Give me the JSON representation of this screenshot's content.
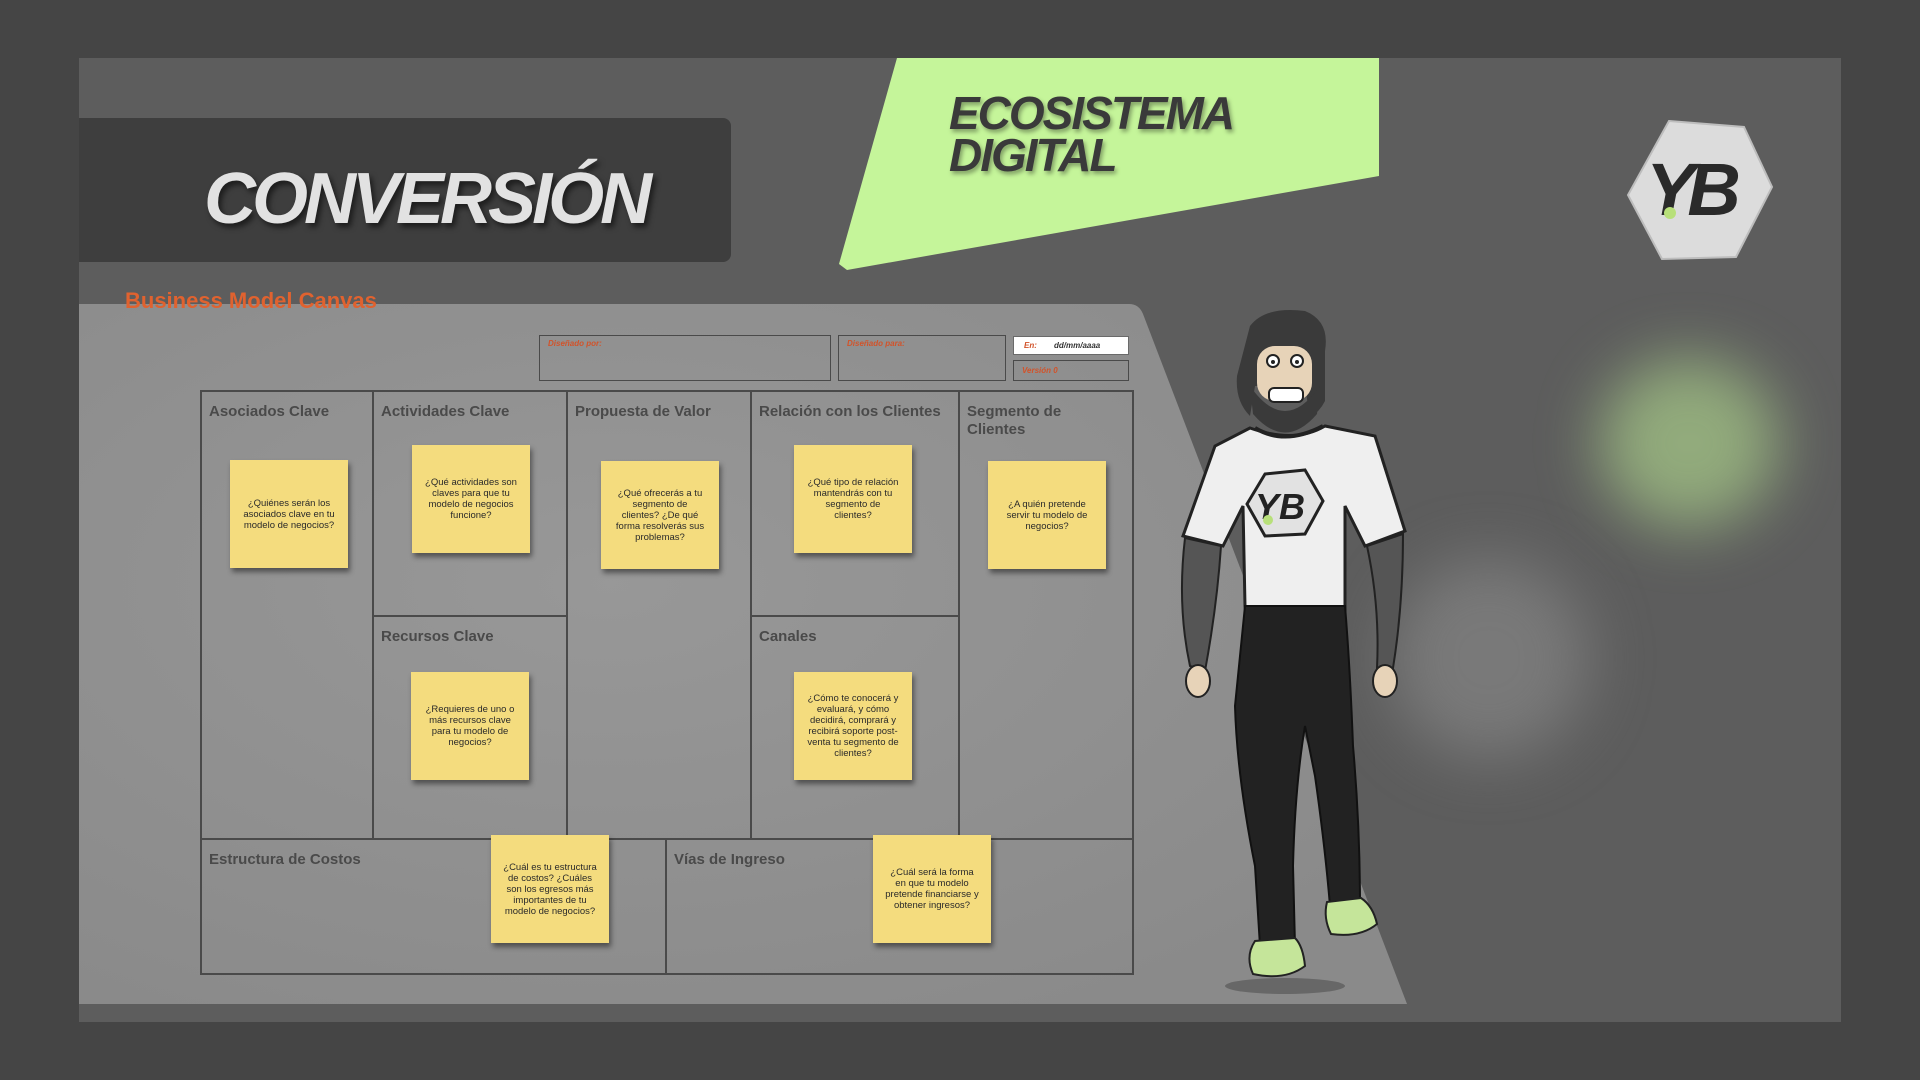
{
  "heading": {
    "title": "CONVERSIÓN"
  },
  "banner": {
    "line1": "ECOSISTEMA",
    "line2": "DIGITAL",
    "color": "#c5f59a"
  },
  "logo": {
    "icon": "yb-logo-icon"
  },
  "canvas": {
    "title": "Business Model Canvas",
    "header_fields": {
      "designed_by": "Diseñado por:",
      "designed_for": "Diseñado para:",
      "date_label": "En:",
      "date_value": "dd/mm/aaaa",
      "version": "Versión 0"
    },
    "cells": {
      "partners": {
        "label": "Asociados Clave",
        "note": "¿Quiénes serán los asociados clave en tu modelo de negocios?"
      },
      "activities": {
        "label": "Actividades Clave",
        "note": "¿Qué actividades son claves para que tu modelo de negocios funcione?"
      },
      "resources": {
        "label": "Recursos Clave",
        "note": "¿Requieres de uno o más recursos clave para tu modelo de negocios?"
      },
      "value": {
        "label": "Propuesta de Valor",
        "note": "¿Qué ofrecerás a tu segmento de clientes? ¿De qué forma resolverás sus problemas?"
      },
      "relations": {
        "label": "Relación con los Clientes",
        "note": "¿Qué tipo de relación mantendrás con tu segmento de clientes?"
      },
      "channels": {
        "label": "Canales",
        "note": "¿Cómo te conocerá y evaluará, y cómo decidirá, comprará y recibirá soporte post-venta tu segmento de clientes?"
      },
      "segments": {
        "label": "Segmento de Clientes",
        "note": "¿A quién pretende servir tu modelo de negocios?"
      },
      "costs": {
        "label": "Estructura de Costos",
        "note": "¿Cuál es tu estructura de costos? ¿Cuáles son los egresos más importantes de tu modelo de negocios?"
      },
      "revenue": {
        "label": "Vías de Ingreso",
        "note": "¿Cuál será la forma en que tu modelo pretende financiarse y obtener ingresos?"
      }
    }
  },
  "colors": {
    "accent_orange": "#e0622f",
    "note_yellow": "#f4dc7e",
    "lime": "#c5f59a"
  }
}
